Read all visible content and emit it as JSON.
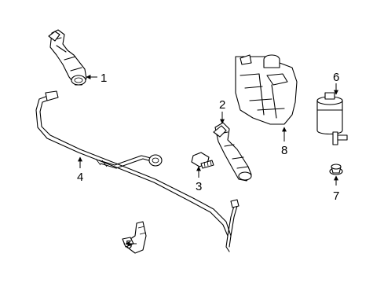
{
  "callouts": [
    {
      "id": "1",
      "label": "1"
    },
    {
      "id": "2",
      "label": "2"
    },
    {
      "id": "3",
      "label": "3"
    },
    {
      "id": "4",
      "label": "4"
    },
    {
      "id": "5",
      "label": "5"
    },
    {
      "id": "6",
      "label": "6"
    },
    {
      "id": "7",
      "label": "7"
    },
    {
      "id": "8",
      "label": "8"
    }
  ],
  "style": {
    "background": "#ffffff",
    "line_color": "#000000"
  }
}
